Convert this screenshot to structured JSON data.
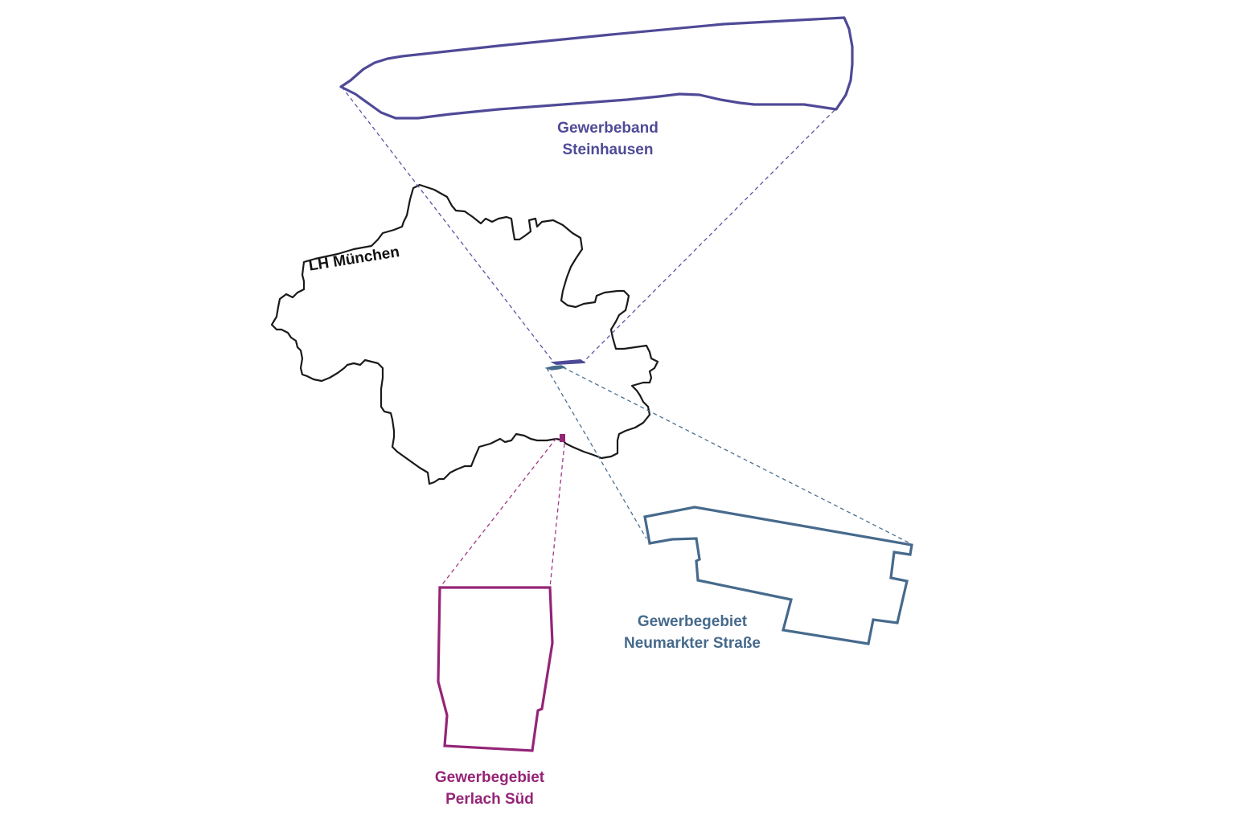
{
  "city": {
    "label": "LH München",
    "color": "#111111"
  },
  "areas": [
    {
      "id": "steinhausen",
      "label_line1": "Gewerbeband",
      "label_line2": "Steinhausen",
      "color": "#4f4a97"
    },
    {
      "id": "neumarkter",
      "label_line1": "Gewerbegebiet",
      "label_line2": "Neumarkter Straße",
      "color": "#466a8c"
    },
    {
      "id": "perlach",
      "label_line1": "Gewerbegebiet",
      "label_line2": "Perlach Süd",
      "color": "#952477"
    }
  ]
}
